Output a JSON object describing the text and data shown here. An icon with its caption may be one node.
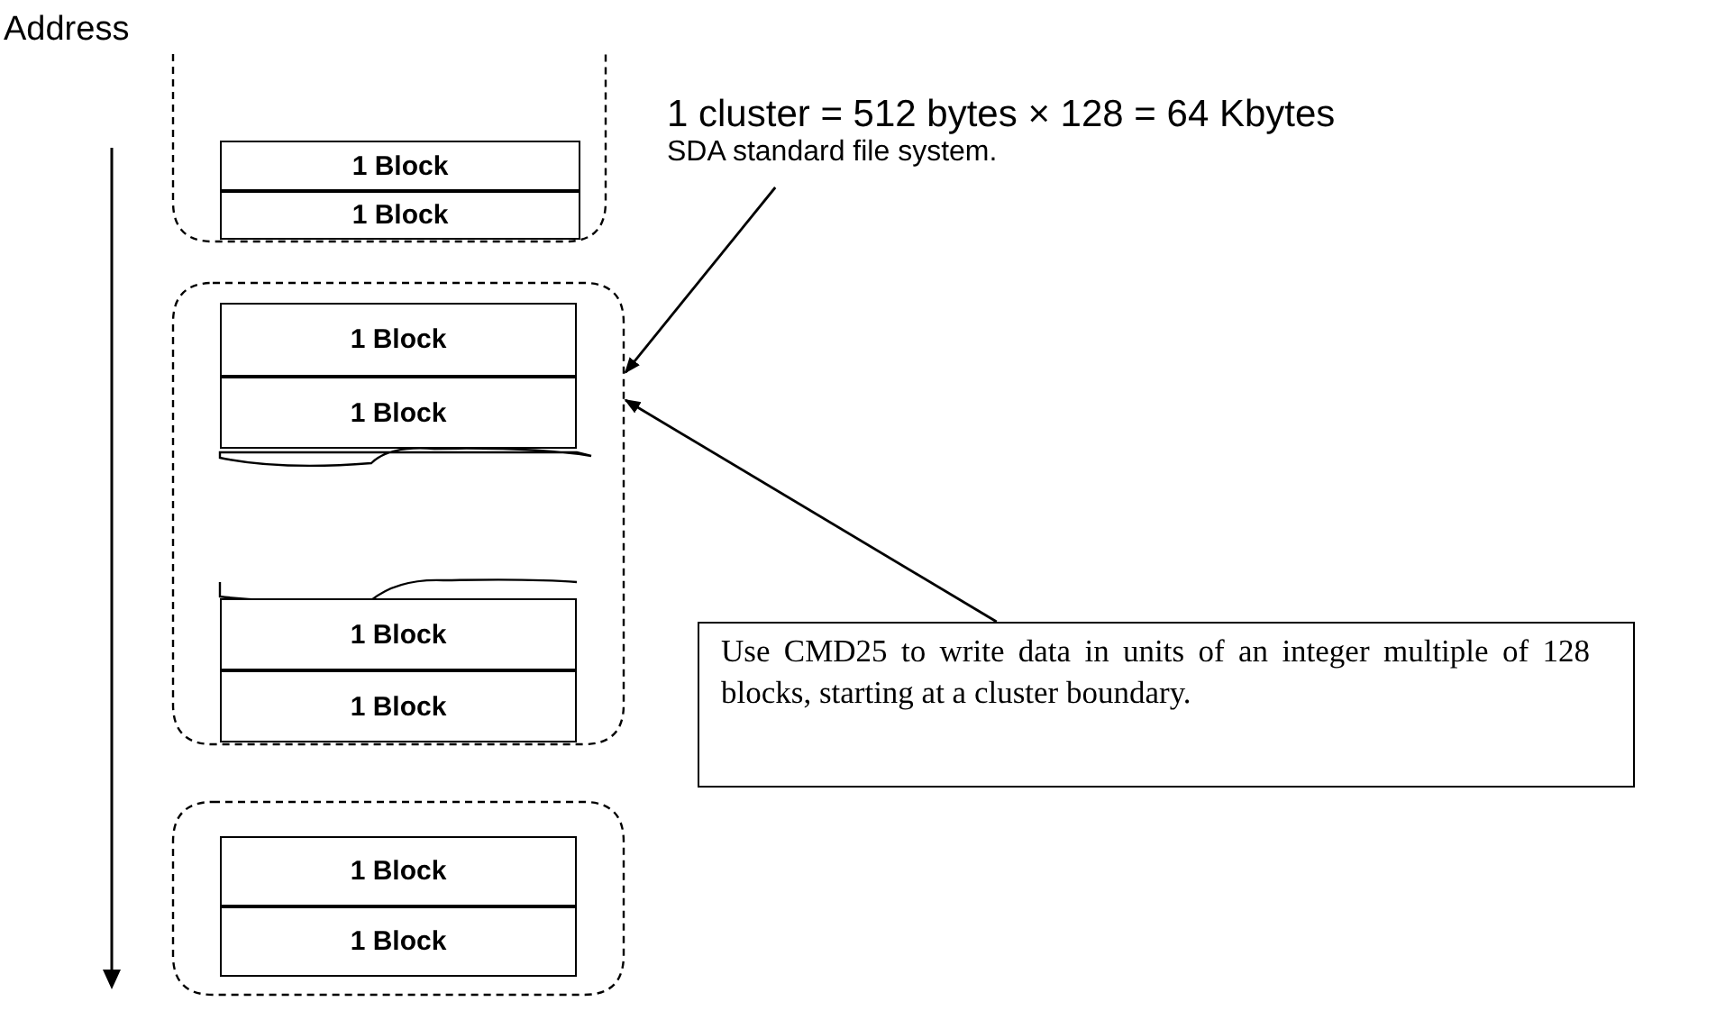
{
  "diagram": {
    "nodes": [
      {
        "text": [],
        "shape": "box"
      },
      {
        "text": [
          "1 Block"
        ],
        "in": 0
      },
      {
        "text": [
          "1 Block"
        ],
        "in": 0
      },
      {
        "text": [],
        "shape": "box"
      },
      {
        "text": [
          "1 Block"
        ],
        "in": 3
      },
      {
        "text": [
          "1 Block"
        ],
        "in": 3
      },
      {
        "text": [
          "1 Block"
        ],
        "in": 3
      },
      {
        "text": [
          "1 Block"
        ],
        "in": 3
      },
      {
        "text": [],
        "shape": "box"
      },
      {
        "text": [
          "1 Block"
        ],
        "in": 8
      },
      {
        "text": [
          "1 Block"
        ],
        "in": 8
      },
      {
        "text": [
          "1 cluster = 512 bytes × 128 = 64 Kbytes",
          "SDA standard file system."
        ]
      },
      {
        "text": [
          "Use CMD25 to write data in units of an integer multiple of 128 blocks, starting at a cluster boundary."
        ]
      }
    ],
    "edges": [
      {
        "from": 11,
        "to": 3,
        "arrow": "to"
      },
      {
        "from": 12,
        "to": 3,
        "arrow": "to"
      }
    ],
    "labels": [
      "Address"
    ]
  }
}
